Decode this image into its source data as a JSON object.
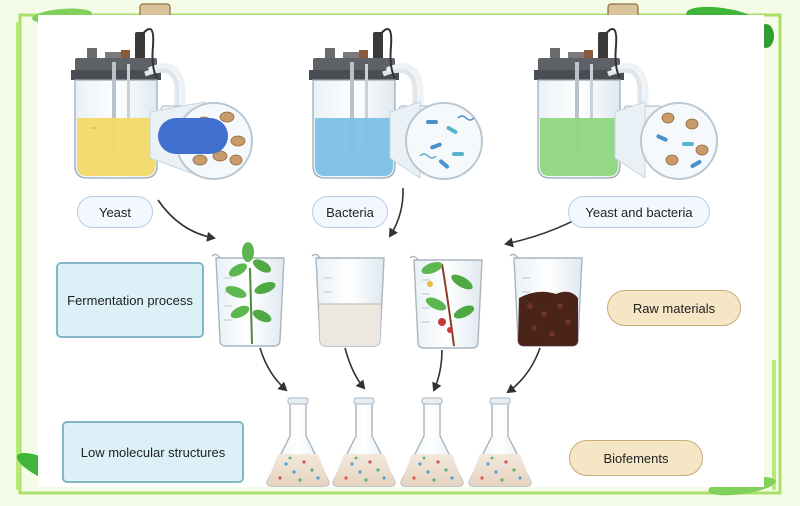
{
  "labels": {
    "yeast": "Yeast",
    "bacteria": "Bacteria",
    "yeast_and_bacteria": "Yeast and bacteria",
    "fermentation_process": "Fermentation process",
    "raw_materials": "Raw materials",
    "low_molecular_structures": "Low molecular structures",
    "biofements": "Biofements"
  },
  "colors": {
    "yeast_medium": "#f2d968",
    "bacteria_medium": "#7cc0e6",
    "mixed_medium": "#8fd77f",
    "process_box": "#dcf1f7",
    "tag_fill": "#f5e6c6",
    "frame_leaf": "#3fb53a"
  },
  "icons": {
    "bioreactors": [
      "bioreactor-yeast-icon",
      "bioreactor-bacteria-icon",
      "bioreactor-mixed-icon"
    ],
    "beakers": [
      "beaker-green-leaves-icon",
      "beaker-liquid-icon",
      "beaker-flowering-plant-icon",
      "beaker-dark-seeds-icon"
    ],
    "flasks": [
      "erlenmeyer-flask-icon"
    ]
  }
}
